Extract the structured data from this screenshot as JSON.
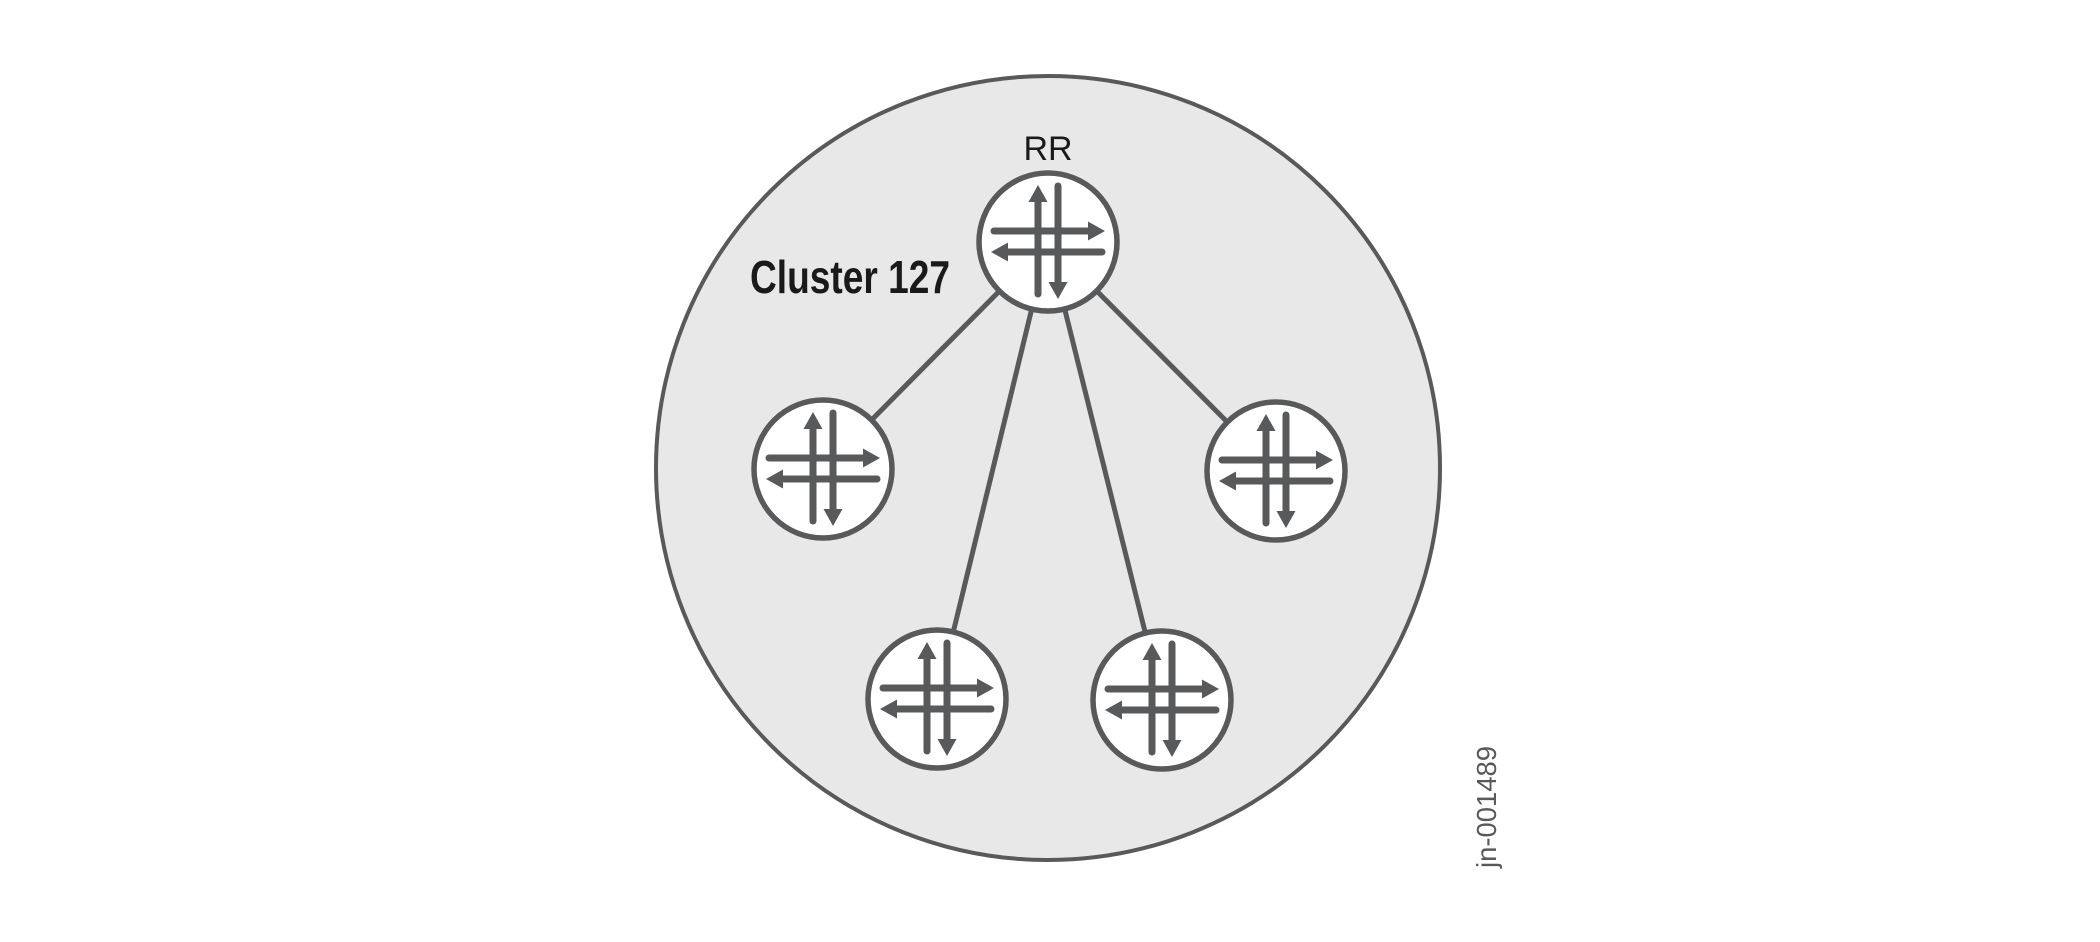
{
  "figure": {
    "kind": "bgp-route-reflector-cluster-topology",
    "cluster": {
      "label": "Cluster 127"
    },
    "route_reflector": {
      "label": "RR",
      "icon": "juniper-router-icon"
    },
    "clients": {
      "count": 4,
      "icon": "juniper-router-icon",
      "labels": [
        "",
        "",
        "",
        ""
      ]
    },
    "connections": [
      [
        "route-reflector",
        "client-1"
      ],
      [
        "route-reflector",
        "client-2"
      ],
      [
        "route-reflector",
        "client-3"
      ],
      [
        "route-reflector",
        "client-4"
      ]
    ],
    "figure_id": "jn-001489"
  },
  "icons": {
    "juniper-router-icon": "circle containing four directional arrows (up, right, down, left)"
  },
  "colors": {
    "page-bg": "#ffffff",
    "cluster-fill": "#e8e8e8",
    "line": "#58595b",
    "router-fill": "#ffffff",
    "label-ink": "#1a1a1a",
    "figure-ink": "#58595b"
  }
}
